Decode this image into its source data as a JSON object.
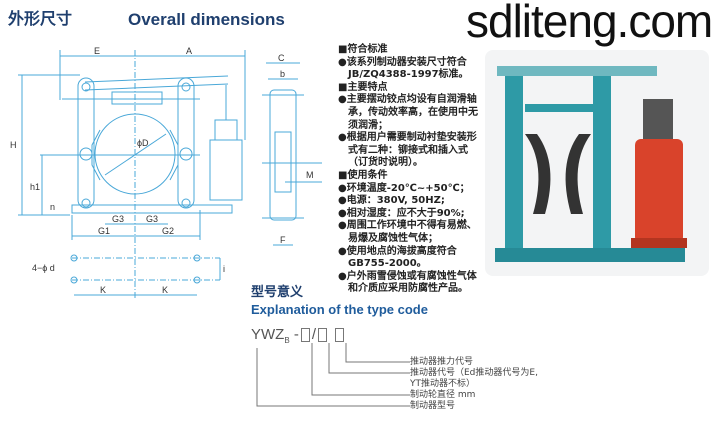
{
  "header": {
    "title_cn": "外形尺寸",
    "title_en": "Overall dimensions"
  },
  "drawing": {
    "labels": {
      "E": "E",
      "A": "A",
      "C": "C",
      "b": "b",
      "H": "H",
      "h1": "h1",
      "n": "n",
      "D": "ϕD",
      "M": "M",
      "F": "F",
      "G1": "G1",
      "G2": "G2",
      "G3": "G3",
      "K": "K",
      "d": "4−ϕ d",
      "i": "i"
    }
  },
  "specs": [
    {
      "type": "h",
      "text": "■符合标准"
    },
    {
      "type": "b",
      "text": "●该系列制动器安装尺寸符合JB/ZQ4388-1997标准。"
    },
    {
      "type": "h",
      "text": "■主要特点"
    },
    {
      "type": "b",
      "text": "●主要摆动铰点均设有自润滑轴承，传动效率高，在使用中无须润滑；"
    },
    {
      "type": "b",
      "text": "●根据用户需要制动衬垫安装形式有二种：铆接式和插入式（订货时说明）。"
    },
    {
      "type": "h",
      "text": "■使用条件"
    },
    {
      "type": "b",
      "text": "●环境温度-20℃~+50℃；"
    },
    {
      "type": "b",
      "text": "●电源：380V, 50HZ;"
    },
    {
      "type": "b",
      "text": "●相对湿度：应不大于90%;"
    },
    {
      "type": "b",
      "text": "●周围工作环境中不得有易燃、易爆及腐蚀性气体；"
    },
    {
      "type": "b",
      "text": "●使用地点的海拔高度符合GB755-2000。"
    },
    {
      "type": "b",
      "text": "●户外雨雪侵蚀或有腐蚀性气体和介质应采用防腐性产品。"
    }
  ],
  "type_code": {
    "title_cn": "型号意义",
    "title_en": "Explanation of the type code",
    "code_prefix": "YWZ",
    "code_sub": "B",
    "dash": "-",
    "slash": "/",
    "legend": [
      "推动器推力代号",
      "推动器代号（Ed推动器代号为E,",
      "YT推动器不标）",
      "制动轮直径 mm",
      "制动器型号"
    ]
  },
  "watermark": "sdliteng.com",
  "colors": {
    "title": "#1f3f6e",
    "line": "#4aa8d8",
    "frame": "#2e9aa6",
    "thruster": "#d9432b"
  }
}
